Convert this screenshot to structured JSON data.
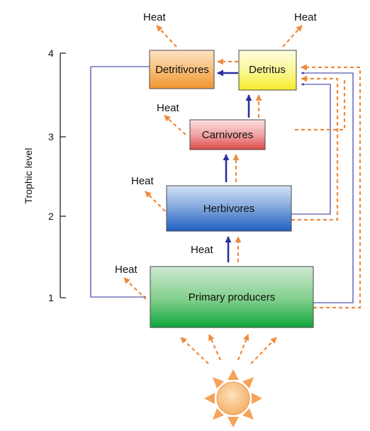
{
  "axis": {
    "label": "Trophic level",
    "ticks": [
      "1",
      "2",
      "3",
      "4"
    ]
  },
  "boxes": {
    "primary_producers": "Primary producers",
    "herbivores": "Herbivores",
    "carnivores": "Carnivores",
    "detritivores": "Detritivores",
    "detritus": "Detritus"
  },
  "heat_labels": {
    "detritivores": "Heat",
    "detritus": "Heat",
    "carnivores": "Heat",
    "herbivores": "Heat",
    "producers_to_herbivores": "Heat",
    "primary_producers": "Heat"
  },
  "colors": {
    "energy_flow": "#2b2f9e",
    "heat_flow": "#f08a3c",
    "axis": "#222222"
  },
  "icons": {
    "sun": "sun-icon"
  }
}
